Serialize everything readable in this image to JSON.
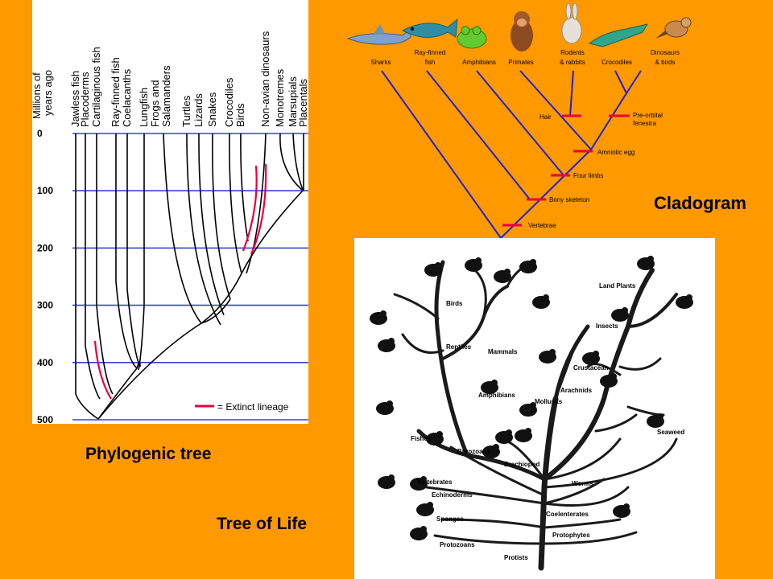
{
  "captions": {
    "phylogenic_tree": "Phylogenic tree",
    "tree_of_life": "Tree of Life",
    "cladogram": "Cladogram"
  },
  "phylogenic_tree": {
    "axis_title_line1": "Millions of",
    "axis_title_line2": "years ago",
    "y_ticks": [
      "0",
      "100",
      "200",
      "300",
      "400",
      "500"
    ],
    "taxa": [
      {
        "label": "Jawless fish"
      },
      {
        "label": "Placoderms"
      },
      {
        "label": "Cartilaginous fish"
      },
      {
        "label": "Ray-finned fish"
      },
      {
        "label": "Coelacanths"
      },
      {
        "label": "Lungfish"
      },
      {
        "label": "Frogs and",
        "label2": "Salamanders"
      },
      {
        "label": "Turtles"
      },
      {
        "label": "Lizards"
      },
      {
        "label": "Snakes"
      },
      {
        "label": "Crocodiles"
      },
      {
        "label": "Birds"
      },
      {
        "label": "Non-avian dinosaurs"
      },
      {
        "label": "Monotremes"
      },
      {
        "label": "Marsupials"
      },
      {
        "label": "Placentals"
      }
    ],
    "legend": "= Extinct lineage",
    "colors": {
      "timeline": "#3344CC",
      "extinct": "#E8003C"
    }
  },
  "cladogram": {
    "taxa": [
      {
        "label": "Sharks"
      },
      {
        "label": "Ray-finned",
        "label2": "fish"
      },
      {
        "label": "Amphibians"
      },
      {
        "label": "Primates"
      },
      {
        "label": "Rodents",
        "label2": "& rabbits"
      },
      {
        "label": "Crocodiles"
      },
      {
        "label": "Dinosaurs",
        "label2": "& birds"
      }
    ],
    "traits": [
      {
        "label": "Hair"
      },
      {
        "label": "Pre-orbital",
        "label2": "fenestra"
      },
      {
        "label": "Amniotic egg"
      },
      {
        "label": "Four limbs"
      },
      {
        "label": "Bony skeleton"
      },
      {
        "label": "Vertebrae"
      }
    ],
    "colors": {
      "branch": "#2222CC",
      "trait": "#E8003C"
    }
  },
  "tree_of_life": {
    "labels": [
      {
        "label": "Land Plants"
      },
      {
        "label": "Birds"
      },
      {
        "label": "Insects"
      },
      {
        "label": "Reptiles"
      },
      {
        "label": "Mammals"
      },
      {
        "label": "Crustacean"
      },
      {
        "label": "Amphibians"
      },
      {
        "label": "Arachnids"
      },
      {
        "label": "Mollusks"
      },
      {
        "label": "Seaweed"
      },
      {
        "label": "Fishes"
      },
      {
        "label": "Bryozoans"
      },
      {
        "label": "Brachiopod"
      },
      {
        "label": "Vertebrates"
      },
      {
        "label": "Worms"
      },
      {
        "label": "Echinoderms"
      },
      {
        "label": "Coelenterates"
      },
      {
        "label": "Sponges"
      },
      {
        "label": "Protophytes"
      },
      {
        "label": "Protozoans"
      },
      {
        "label": "Protists"
      }
    ]
  }
}
